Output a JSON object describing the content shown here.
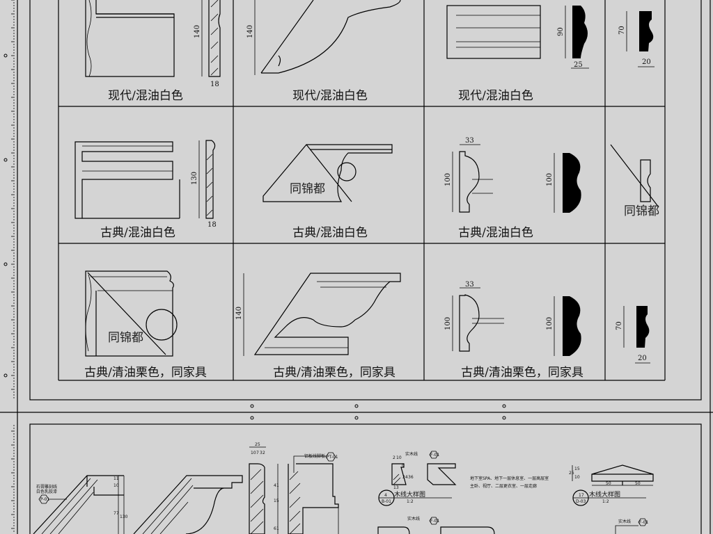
{
  "sheet1": {
    "labels": [
      [
        "现代/混油白色",
        "现代/混油白色",
        "现代/混油白色"
      ],
      [
        "古典/混油白色",
        "古典/混油白色",
        "古典/混油白色"
      ],
      [
        "古典/清油栗色，同家具",
        "古典/清油栗色，同家具",
        "古典/清油栗色，同家具"
      ]
    ],
    "watermark": "同锦都",
    "dims": {
      "r1a_h": "140",
      "r1a_w": "18",
      "r1b_h": "140",
      "r1c_h": "90",
      "r1c_w": "25",
      "r1d_h": "70",
      "r1d_w": "20",
      "r2a_h": "130",
      "r2a_w": "18",
      "r2c_w": "33",
      "r2c_h1": "100",
      "r2c_h2": "100",
      "r3b_h": "140",
      "r3c_w": "33",
      "r3c_h1": "100",
      "r3c_h2": "100",
      "r3d_h": "70",
      "r3d_w": "20"
    }
  },
  "sheet2": {
    "note_left": [
      "石膏雕刻线",
      "白色乳胶漆"
    ],
    "tag_left": "P-01",
    "dims_a": [
      "11",
      "10",
      "77",
      "130"
    ],
    "dims_b": [
      "25",
      "10",
      "7",
      "3",
      "2",
      "41",
      "15",
      "61"
    ],
    "tag_mid_label": "铝板线脚板",
    "tag_mid": "PT-01",
    "detail4": {
      "label": "实木线",
      "tag": "F-01",
      "num": "4",
      "ref": "B-01",
      "title": "木线大样图",
      "scale": "1:2",
      "dims": [
        "2",
        "10",
        "9",
        "24",
        "36",
        "13"
      ]
    },
    "note_mid": [
      "地下室SPA、地下一层休息室、一层高层室",
      "主卧、视厅、二层更衣室、一层走廊"
    ],
    "detail17": {
      "num": "17",
      "ref": "D-03",
      "title": "木线大样图",
      "scale": "1:2",
      "dims": [
        "25",
        "15",
        "10",
        "50",
        "50"
      ]
    },
    "lower_labels": [
      "实木线",
      "实木线"
    ],
    "lower_tags": [
      "F-01",
      "F-01"
    ]
  }
}
